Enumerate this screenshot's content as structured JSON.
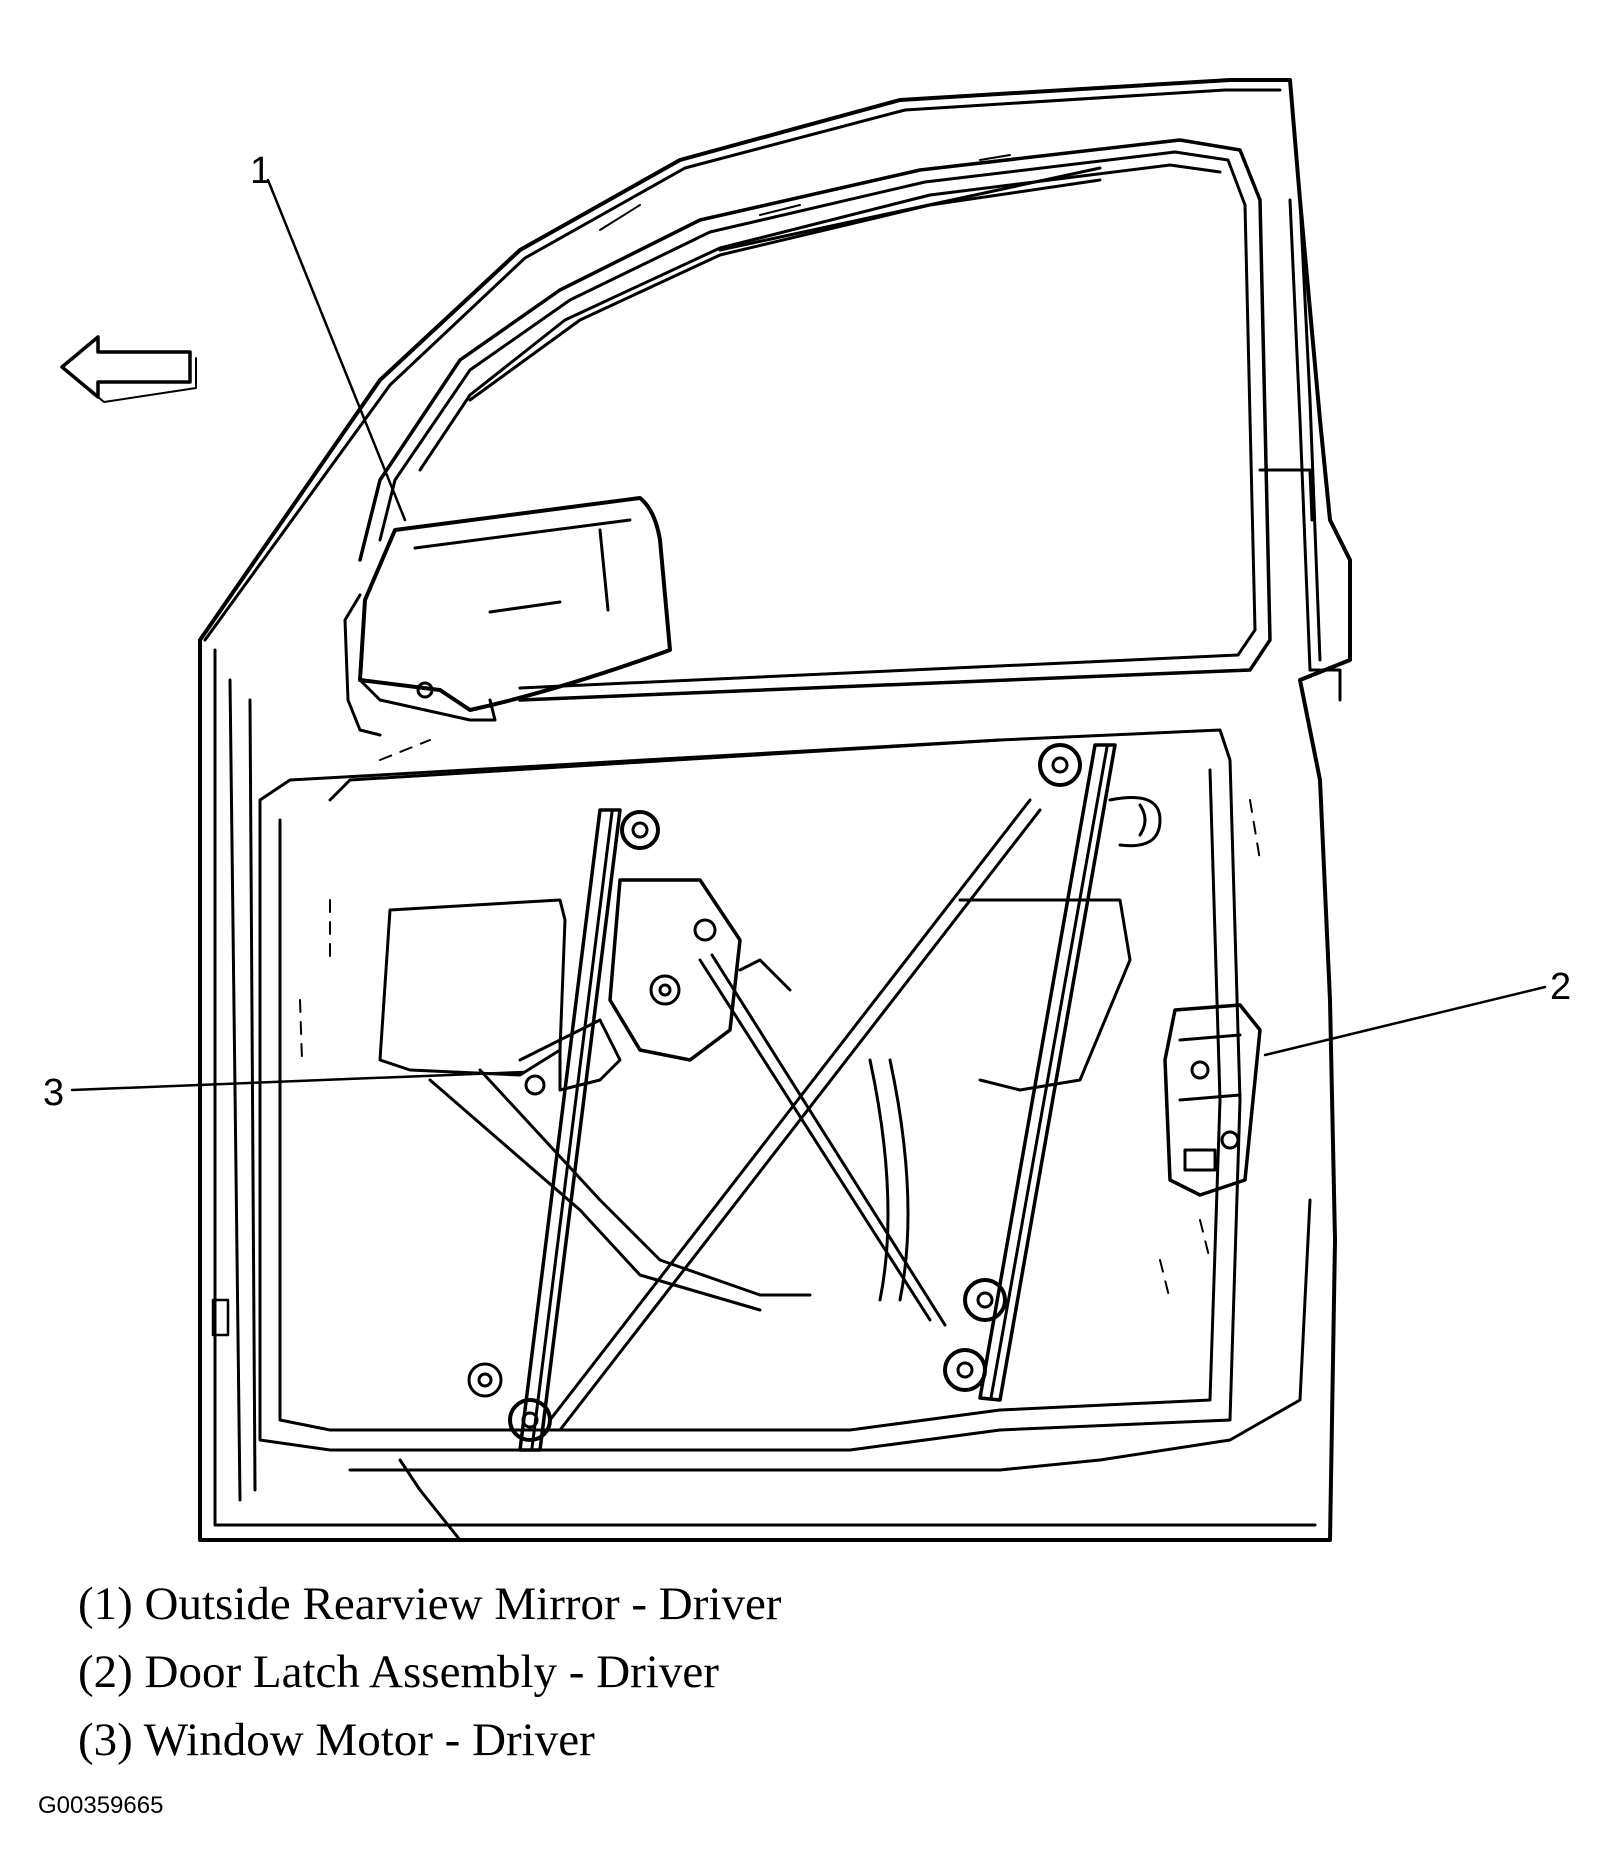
{
  "callouts": {
    "c1": "1",
    "c2": "2",
    "c3": "3"
  },
  "legend": [
    "(1) Outside Rearview Mirror - Driver",
    "(2) Door Latch Assembly - Driver",
    "(3) Window Motor - Driver"
  ],
  "figure_id": "G00359665",
  "icons": {
    "direction_arrow": "left-arrow-icon"
  },
  "colors": {
    "line": "#000000",
    "background": "#ffffff"
  }
}
